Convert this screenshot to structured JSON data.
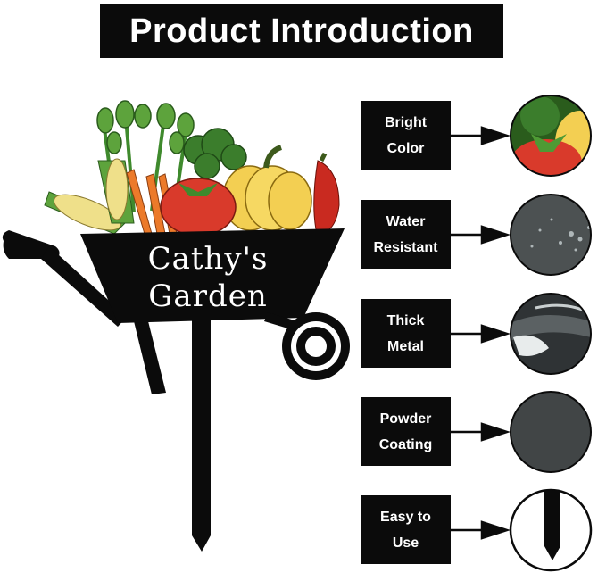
{
  "title": "Product Introduction",
  "sign": {
    "line1": "Cathy's",
    "line2": "Garden"
  },
  "features": [
    {
      "line1": "Bright",
      "line2": "Color",
      "icon": "vegetables-closeup-icon"
    },
    {
      "line1": "Water",
      "line2": "Resistant",
      "icon": "water-droplets-icon"
    },
    {
      "line1": "Thick",
      "line2": "Metal",
      "icon": "metal-edge-icon"
    },
    {
      "line1": "Powder",
      "line2": "Coating",
      "icon": "powder-texture-icon"
    },
    {
      "line1": "Easy to",
      "line2": "Use",
      "icon": "stake-tip-icon"
    }
  ],
  "colors": {
    "black": "#0b0b0b",
    "tomato": "#d93a2b",
    "pumpkin": "#f3cf52",
    "carrot": "#ec7a2a",
    "leaf": "#3f8a2d",
    "corn": "#efe08a"
  }
}
